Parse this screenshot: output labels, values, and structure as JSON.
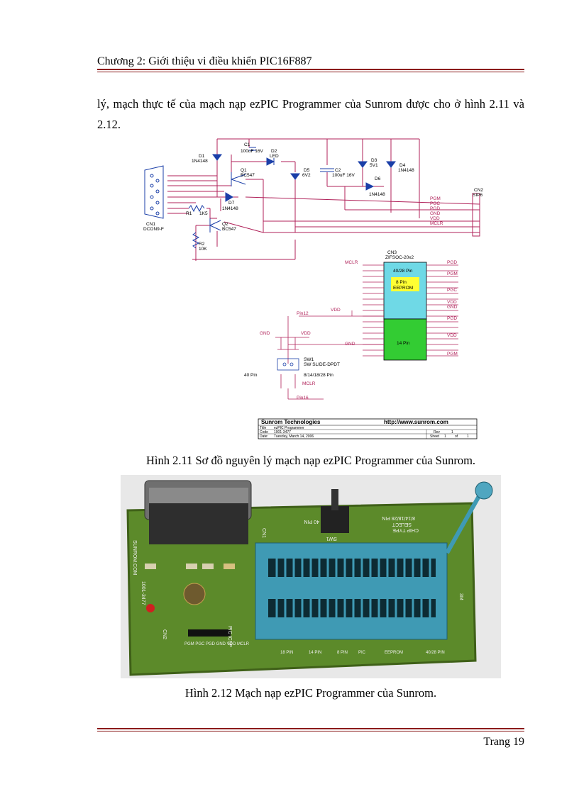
{
  "header": {
    "title": "Chương 2: Giới thiệu vi điều khiển PIC16F887"
  },
  "body": {
    "paragraph": "lý, mạch thực tế của mạch nạp ezPIC Programmer của Sunrom được cho ở hình 2.11 và 2.12."
  },
  "figure1": {
    "caption": "Hình 2.11 Sơ đồ nguyên lý mạch nạp ezPIC Programmer của Sunrom.",
    "labels": {
      "c1": "C1",
      "c1_val": "100uF 16V",
      "d1": "D1",
      "d1_val": "1N4148",
      "d2": "D2",
      "d2_val": "LED",
      "q1": "Q1",
      "q1_val": "BC547",
      "d5": "D5",
      "d5_val": "6V2",
      "c2": "C2",
      "c2_val": "100uF 16V",
      "d3": "D3",
      "d3_val": "5V1",
      "d4": "D4",
      "d4_val": "1N4148",
      "d6": "D6",
      "d6_val": "1N4148",
      "d7": "D7",
      "d7_val": "1N4148",
      "r1": "R1",
      "r1_val": "1K5",
      "q2": "Q2",
      "q2_val": "BC547",
      "r2": "R2",
      "r2_val": "10K",
      "cn1": "CN1",
      "cn1_val": "DCON9-F",
      "cn2": "CN2",
      "cn2_val": "SIP6",
      "cn3": "CN3",
      "cn3_val": "ZIFSOC-20x2",
      "zone40": "40/28 Pin",
      "zone8": "8 Pin",
      "zone8b": "EEPROM",
      "zone14": "14 Pin",
      "sw1": "SW1",
      "sw1_val": "SW SLIDE-DPDT",
      "gnd": "GND",
      "vdd": "VDD",
      "mclr": "MCLR",
      "pgm": "PGM",
      "pgc": "PGC",
      "pgd": "PGD",
      "pin12": "Pin12",
      "pin16": "Pin16",
      "pin40": "40 Pin",
      "pin8": "8/14/18/28 Pin"
    },
    "title_block": {
      "company": "Sunrom Technologies",
      "url": "http://www.sunrom.com",
      "title_label": "Title",
      "title": "ezPIC Programmer",
      "code_label": "Code",
      "code": "1001-3477",
      "rev_label": "Rev",
      "rev": "1",
      "date_label": "Date:",
      "date": "Tuesday, March 14, 2006",
      "sheet_label": "Sheet",
      "sheet": "1",
      "of_label": "of",
      "of": "1"
    }
  },
  "figure2": {
    "caption": "Hình 2.12 Mạch nạp ezPIC Programmer của Sunrom.",
    "silk": {
      "chip_type": "CHIP TYPE",
      "select": "SELECT",
      "pin_40": "40 PIN",
      "pin_8": "8/14/18/28 PIN",
      "sw1": "SW1",
      "cn1": "CN1",
      "sunrom": "SUNROM.COM",
      "code": "1001-3477",
      "cn2": "CN2",
      "pic_icsp": "PIC ICSP",
      "pins": "PGM PGC PGD GND VDD MCLR",
      "zif": "3M",
      "lbl_18": "18 PIN",
      "lbl_14": "14 PIN",
      "lbl_8": "8 PIN",
      "lbl_pic": "PIC",
      "lbl_eeprom": "EEPROM",
      "lbl_2840": "40/28 PIN"
    }
  },
  "footer": {
    "page": "Trang 19"
  }
}
